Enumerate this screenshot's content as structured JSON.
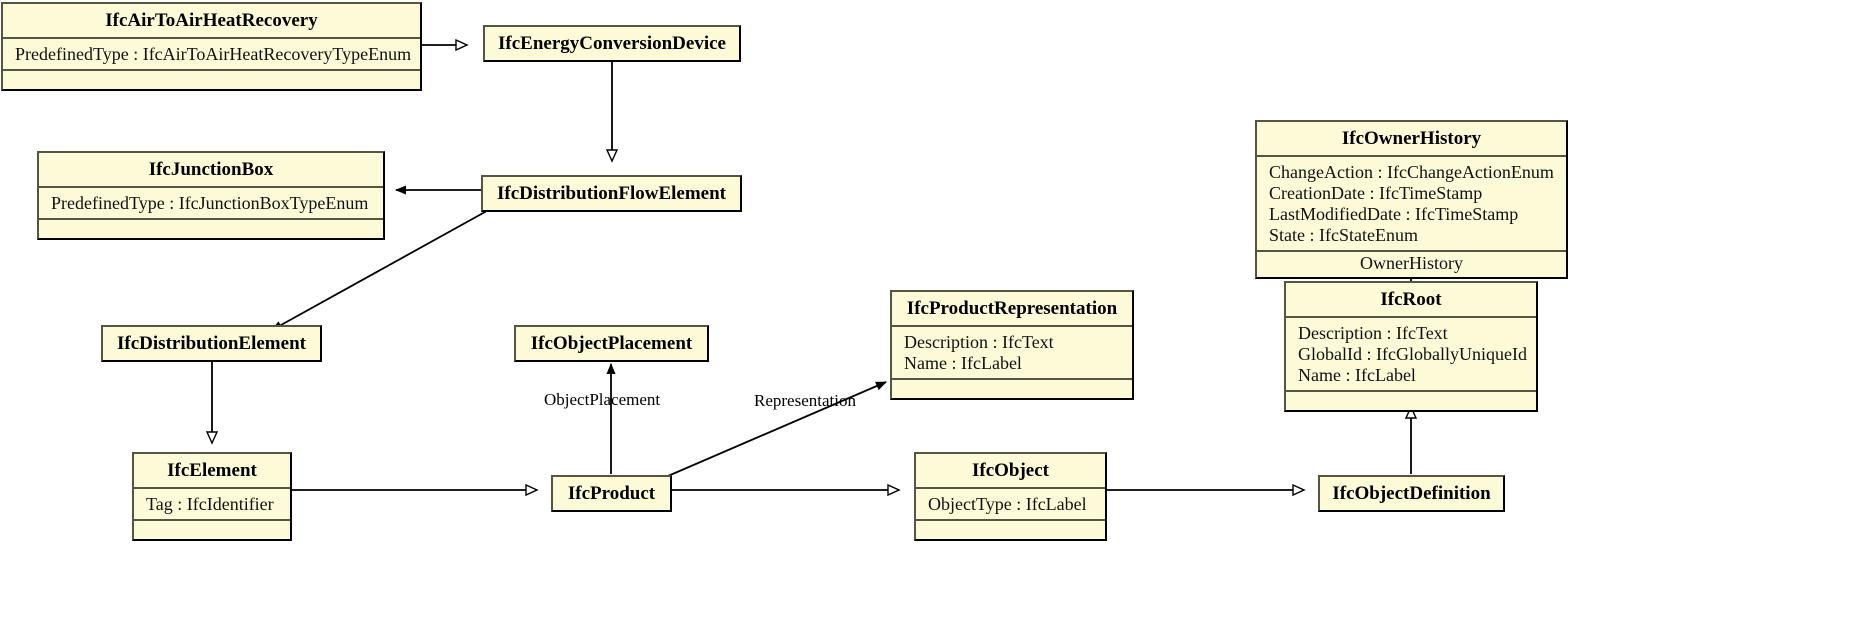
{
  "diagram": {
    "title": "IFC UML class diagram",
    "style": {
      "class_fill": "#fdfbd7",
      "class_border": "#000000",
      "separator": "#555544",
      "line": "#000000",
      "background": "#ffffff"
    },
    "classes": [
      {
        "id": "IfcAirToAirHeatRecovery",
        "name": "IfcAirToAirHeatRecovery",
        "attributes": [
          "PredefinedType : IfcAirToAirHeatRecoveryTypeEnum"
        ],
        "role": ""
      },
      {
        "id": "IfcEnergyConversionDevice",
        "name": "IfcEnergyConversionDevice",
        "attributes": [],
        "role": ""
      },
      {
        "id": "IfcJunctionBox",
        "name": "IfcJunctionBox",
        "attributes": [
          "PredefinedType : IfcJunctionBoxTypeEnum"
        ],
        "role": ""
      },
      {
        "id": "IfcDistributionFlowElement",
        "name": "IfcDistributionFlowElement",
        "attributes": [],
        "role": ""
      },
      {
        "id": "IfcOwnerHistory",
        "name": "IfcOwnerHistory",
        "attributes": [
          "ChangeAction : IfcChangeActionEnum",
          "CreationDate : IfcTimeStamp",
          "LastModifiedDate : IfcTimeStamp",
          "State : IfcStateEnum"
        ],
        "role": "OwnerHistory"
      },
      {
        "id": "IfcDistributionElement",
        "name": "IfcDistributionElement",
        "attributes": [],
        "role": ""
      },
      {
        "id": "IfcObjectPlacement",
        "name": "IfcObjectPlacement",
        "attributes": [],
        "role": ""
      },
      {
        "id": "IfcProductRepresentation",
        "name": "IfcProductRepresentation",
        "attributes": [
          "Description : IfcText",
          "Name : IfcLabel"
        ],
        "role": ""
      },
      {
        "id": "IfcRoot",
        "name": "IfcRoot",
        "attributes": [
          "Description : IfcText",
          "GlobalId : IfcGloballyUniqueId",
          "Name : IfcLabel"
        ],
        "role": ""
      },
      {
        "id": "IfcElement",
        "name": "IfcElement",
        "attributes": [
          "Tag : IfcIdentifier"
        ],
        "role": ""
      },
      {
        "id": "IfcProduct",
        "name": "IfcProduct",
        "attributes": [],
        "role": ""
      },
      {
        "id": "IfcObject",
        "name": "IfcObject",
        "attributes": [
          "ObjectType : IfcLabel"
        ],
        "role": ""
      },
      {
        "id": "IfcObjectDefinition",
        "name": "IfcObjectDefinition",
        "attributes": [],
        "role": ""
      }
    ],
    "edge_labels": [
      {
        "id": "object-placement",
        "text": "ObjectPlacement"
      },
      {
        "id": "representation",
        "text": "Representation"
      }
    ],
    "relations": [
      {
        "from": "IfcAirToAirHeatRecovery",
        "to": "IfcEnergyConversionDevice",
        "type": "generalization"
      },
      {
        "from": "IfcEnergyConversionDevice",
        "to": "IfcDistributionFlowElement",
        "type": "generalization"
      },
      {
        "from": "IfcDistributionFlowElement",
        "to": "IfcJunctionBox",
        "type": "association"
      },
      {
        "from": "IfcDistributionFlowElement",
        "to": "IfcDistributionElement",
        "type": "association"
      },
      {
        "from": "IfcDistributionElement",
        "to": "IfcElement",
        "type": "generalization"
      },
      {
        "from": "IfcElement",
        "to": "IfcProduct",
        "type": "generalization"
      },
      {
        "from": "IfcProduct",
        "to": "IfcObjectPlacement",
        "type": "association",
        "label": "ObjectPlacement"
      },
      {
        "from": "IfcProduct",
        "to": "IfcProductRepresentation",
        "type": "association",
        "label": "Representation"
      },
      {
        "from": "IfcProduct",
        "to": "IfcObject",
        "type": "generalization"
      },
      {
        "from": "IfcObject",
        "to": "IfcObjectDefinition",
        "type": "generalization"
      },
      {
        "from": "IfcObjectDefinition",
        "to": "IfcRoot",
        "type": "generalization"
      },
      {
        "from": "IfcRoot",
        "to": "IfcOwnerHistory",
        "type": "association",
        "label": "OwnerHistory"
      }
    ]
  }
}
